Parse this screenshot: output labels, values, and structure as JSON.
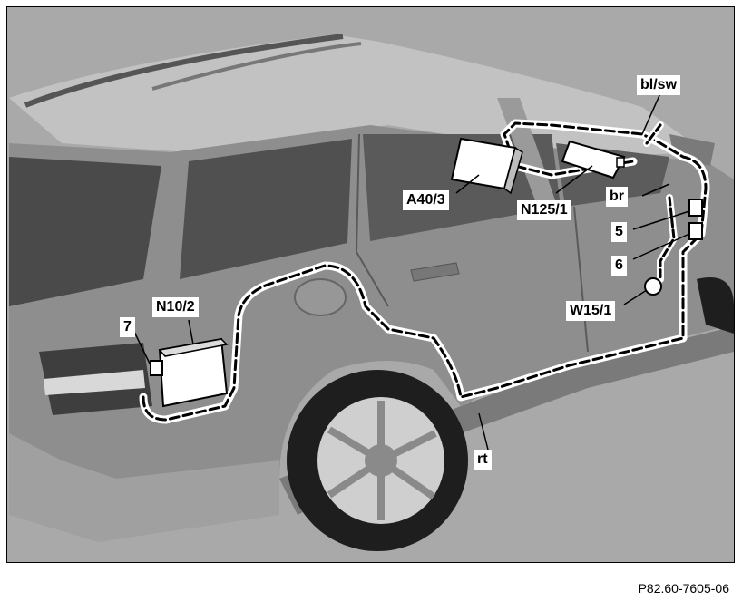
{
  "diagram": {
    "callouts": {
      "bl_sw": "bl/sw",
      "a40_3": "A40/3",
      "n125_1": "N125/1",
      "br": "br",
      "c5": "5",
      "c6": "6",
      "w15_1": "W15/1",
      "n10_2": "N10/2",
      "c7": "7",
      "rt": "rt"
    },
    "figure_id": "P82.60-7605-06"
  },
  "colors": {
    "body": "#8c8c8c",
    "body_dark": "#6e6e6e",
    "body_light": "#b4b4b4",
    "glass": "#4a4a4a",
    "background": "#a6a6a6",
    "wire": "#000000",
    "wire_highlight": "#ffffff"
  }
}
